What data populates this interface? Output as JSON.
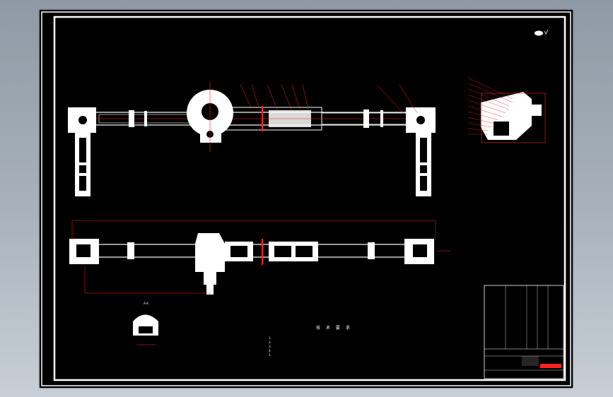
{
  "drawing": {
    "tech_requirements_title": "技 术 要 求",
    "notes": [
      "1. ",
      "2. ",
      "3. ",
      "4. ",
      "5. "
    ],
    "section_label": "A-A"
  },
  "colors": {
    "background": "#a0aab4",
    "sheet": "#000000",
    "lines": "#ffffff",
    "annotations": "#ff2020"
  }
}
